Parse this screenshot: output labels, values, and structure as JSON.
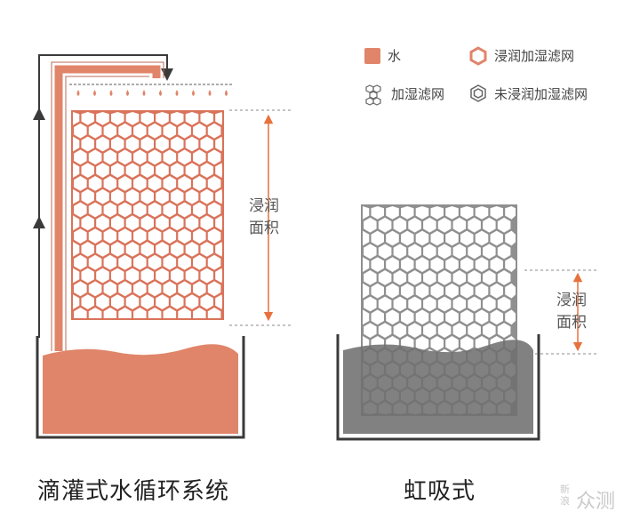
{
  "legend": {
    "water": "水",
    "soaked_filter": "浸润加湿滤网",
    "filter": "加湿滤网",
    "unsoaked_filter": "未浸润加湿滤网"
  },
  "left_panel": {
    "area_label_line1": "浸润",
    "area_label_line2": "面积",
    "caption": "滴灌式水循环系统"
  },
  "right_panel": {
    "area_label_line1": "浸润",
    "area_label_line2": "面积",
    "caption": "虹吸式"
  },
  "watermark": {
    "left": "新",
    "left2": "浪",
    "main": "众测"
  },
  "colors": {
    "water": "#e0856a",
    "filter_soaked": "#d9735a",
    "filter_dry": "#8f8f8f",
    "water_dark": "#6f6f6f",
    "arrow_accent": "#e8713c",
    "line": "#3a3a3a"
  }
}
